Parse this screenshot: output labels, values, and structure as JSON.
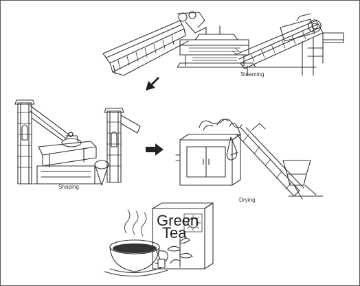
{
  "labels": {
    "steaming": "Steaming",
    "shaping": "Shaping",
    "drying": "Drying"
  },
  "tea_box": {
    "line1": "Green",
    "line2": "Tea"
  },
  "colors": {
    "line": "#333333",
    "arrow": "#222222",
    "tea": "#333333",
    "shade": "#d9d9d9"
  }
}
